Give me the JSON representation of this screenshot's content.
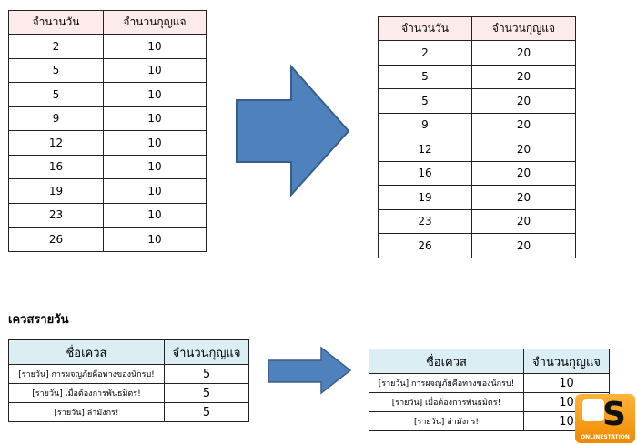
{
  "before_table": {
    "headers": [
      "จำนวนวัน",
      "จำนวนกุญแจ"
    ],
    "rows": [
      [
        "2",
        "10"
      ],
      [
        "5",
        "10"
      ],
      [
        "5",
        "10"
      ],
      [
        "9",
        "10"
      ],
      [
        "12",
        "10"
      ],
      [
        "16",
        "10"
      ],
      [
        "19",
        "10"
      ],
      [
        "23",
        "10"
      ],
      [
        "26",
        "10"
      ]
    ]
  },
  "after_table": {
    "headers": [
      "จำนวนวัน",
      "จำนวนกุญแจ"
    ],
    "rows": [
      [
        "2",
        "20"
      ],
      [
        "5",
        "20"
      ],
      [
        "5",
        "20"
      ],
      [
        "9",
        "20"
      ],
      [
        "12",
        "20"
      ],
      [
        "16",
        "20"
      ],
      [
        "19",
        "20"
      ],
      [
        "23",
        "20"
      ],
      [
        "26",
        "20"
      ]
    ]
  },
  "daily_title": "เควสรายวัน",
  "daily_before": {
    "headers": [
      "ชื่อเควส",
      "จำนวนกุญแจ"
    ],
    "rows": [
      [
        "[รายวัน] การผจญภัยคือทางของนักรบ!",
        "5"
      ],
      [
        "[รายวัน] เมื่อต้องการพันธมิตร!",
        "5"
      ],
      [
        "[รายวัน] ล่ามังกร!",
        "5"
      ]
    ]
  },
  "daily_after": {
    "headers": [
      "ชื่อเควส",
      "จำนวนกุญแจ"
    ],
    "rows": [
      [
        "[รายวัน] การผจญภัยคือทางของนักรบ!",
        "10"
      ],
      [
        "[รายวัน] เมื่อต้องการพันธมิตร!",
        "10"
      ],
      [
        "[รายวัน] ล่ามังกร!",
        "10"
      ]
    ]
  },
  "logo": {
    "letter": "S",
    "text": "ONLINESTATION"
  },
  "colors": {
    "arrow": "#4f81bd",
    "arrow_border": "#385d8a"
  }
}
